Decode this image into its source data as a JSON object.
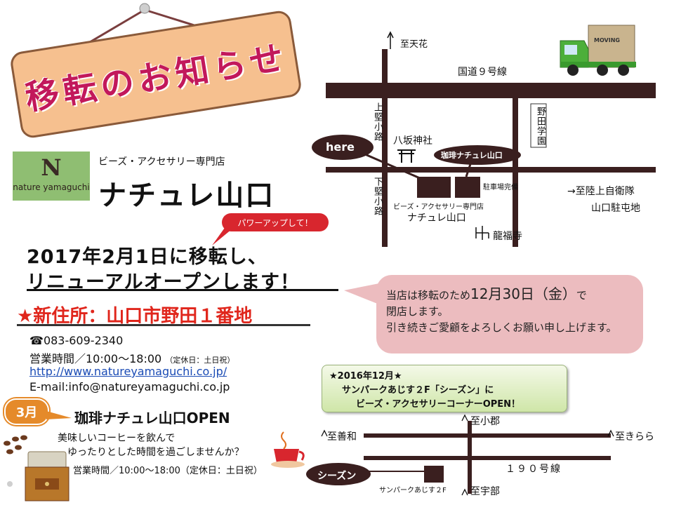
{
  "sign": {
    "title": "移転のお知らせ"
  },
  "shop": {
    "logo_letter": "N",
    "logo_text": "nature yamaguchi",
    "category": "ビーズ・アクセサリー専門店",
    "name": "ナチュレ山口"
  },
  "power_bubble": "パワーアップして！",
  "headline": {
    "line1": "2017年2月1日に移転し、",
    "line2": "リニューアルオープンします！"
  },
  "new_address": "★新住所：山口市野田１番地",
  "contact": {
    "phone": "083-609-2340",
    "hours": "営業時間／10:00～18:00",
    "holiday": "（定休日：土日祝）",
    "url": "http://www.natureyamaguchi.co.jp/",
    "email": "E-mail:info@natureyamaguchi.co.jp"
  },
  "notice": {
    "pre": "当店は移転のため",
    "date": "12月30日",
    "dow_open": "（",
    "dow": "金",
    "dow_close": "）",
    "post": "で",
    "line2": "閉店します。",
    "line3": "引き続きご愛顧をよろしくお願い申し上げます。"
  },
  "map_main": {
    "to_north": "至天花",
    "route9": "国道９号線",
    "kami_jikoji": "上堅小路",
    "shimo_jikoji": "下堅小路",
    "nodagakuen": "野田学園",
    "yasaka": "八坂神社",
    "here": "here",
    "cafe_label": "珈琲ナチュレ山口",
    "parking": "駐車場完備",
    "beads_shop_label": "ビーズ・アクセサリー専門店",
    "beads_shop_name": "ナチュレ山口",
    "ryufukuji": "龍福寺",
    "sdf_line1": "→至陸上自衛隊",
    "sdf_line2": "山口駐屯地",
    "truck_text": "MOVING"
  },
  "season_box": {
    "line1": "★2016年12月★",
    "line2": "サンパークあじす２F「シーズン」に",
    "line3": "ビーズ・アクセサリーコーナーOPEN！"
  },
  "map_small": {
    "to_ogori": "至小郡",
    "to_zenwa": "至善和",
    "to_kirara": "至きらら",
    "route190": "１９０号線",
    "season": "シーズン",
    "sunpark": "サンパークあじす２F",
    "to_ube": "至宇部"
  },
  "cafe": {
    "month": "3月",
    "title": "珈琲ナチュレ山口OPEN",
    "line1": "美味しいコーヒーを飲んで",
    "line2": "ゆったりとした時間を過ごしませんか？",
    "hours": "営業時間／10:00～18:00（定休日：土日祝）"
  },
  "colors": {
    "accent_red": "#e0261c",
    "road": "#3a1f1f",
    "sign": "#f6c08f",
    "notice": "#ecbcbf"
  }
}
